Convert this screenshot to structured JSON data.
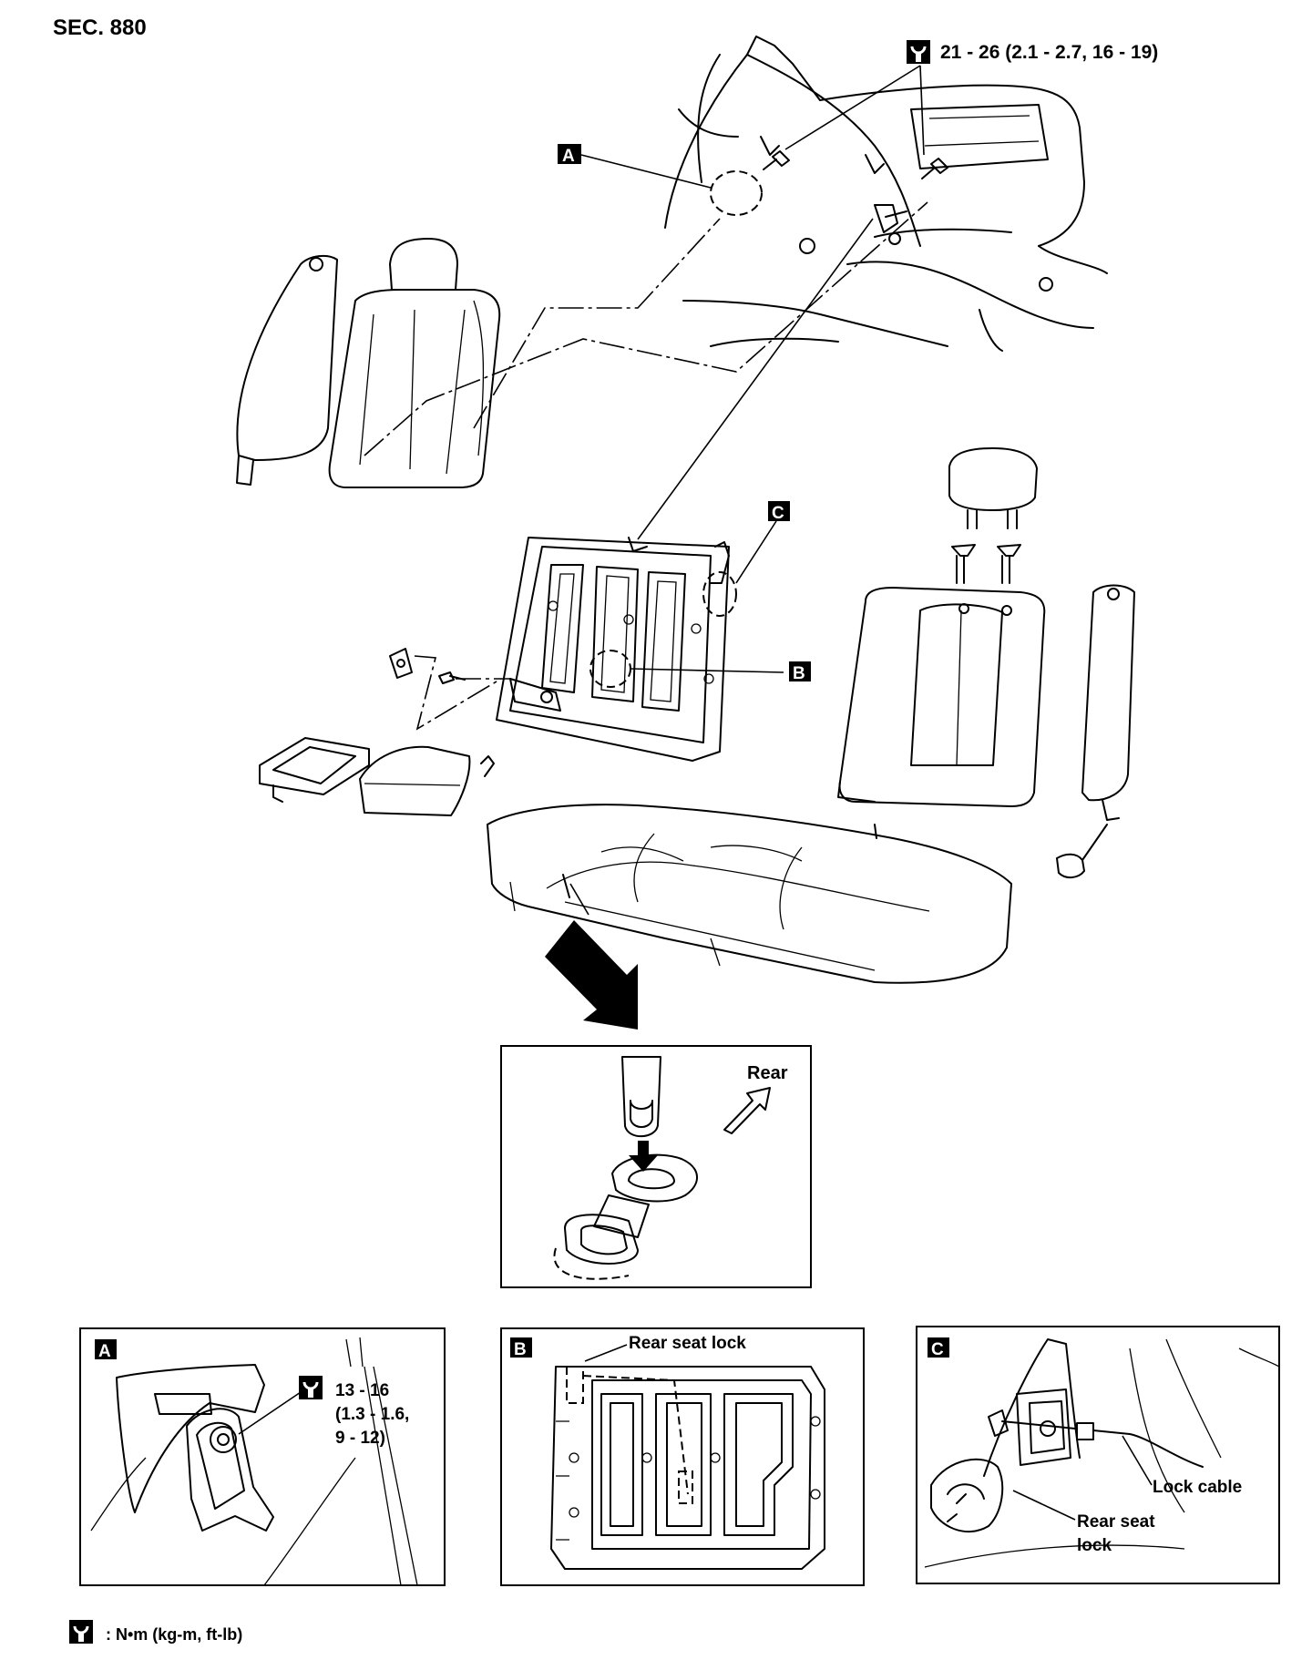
{
  "section_label": "SEC. 880",
  "main_torque": "21 - 26 (2.1 - 2.7, 16 - 19)",
  "callouts": {
    "a": "A",
    "b": "B",
    "c": "C"
  },
  "rear_inset": {
    "direction_label": "Rear"
  },
  "detail_a": {
    "letter": "A",
    "torque_line1": "13 - 16",
    "torque_line2": "(1.3 - 1.6,",
    "torque_line3": "9 - 12)"
  },
  "detail_b": {
    "letter": "B",
    "label": "Rear seat lock"
  },
  "detail_c": {
    "letter": "C",
    "lock_cable_label": "Lock cable",
    "rear_seat_label_line1": "Rear seat",
    "rear_seat_label_line2": "lock"
  },
  "legend": {
    "text": ": N•m (kg-m, ft-lb)"
  },
  "icons": [
    "torque-wrench-icon",
    "rear-direction-arrow-icon",
    "down-arrow-icon"
  ]
}
